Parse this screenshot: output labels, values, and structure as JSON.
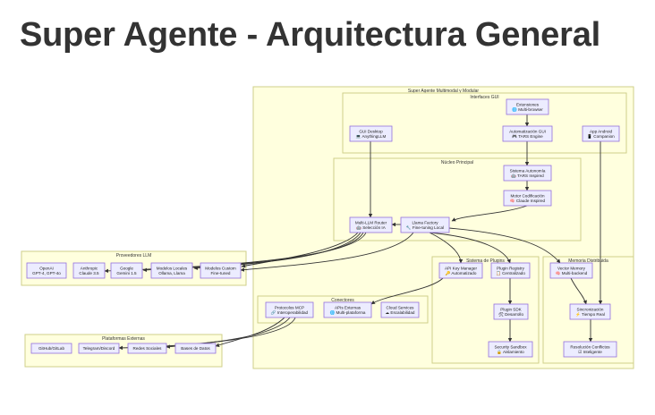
{
  "title": "Super Agente - Arquitectura General",
  "subgraphs": {
    "main": "Super Agente Multimodal y Modular",
    "gui": "Interfaces GUI",
    "core": "Núcleo Principal",
    "plugins": "Sistema de Plugins",
    "memory": "Memoria Distribuida",
    "connectors": "Conectores",
    "llm": "Proveedores LLM",
    "external": "Plataformas Externas"
  },
  "nodes": {
    "extensions": [
      "Extensiones",
      "🌐 Multi-browser"
    ],
    "gui_desktop": [
      "GUI Desktop",
      "💻 AnythingLLM"
    ],
    "gui_auto": [
      "Automatización GUI",
      "🎮 TARS Engine"
    ],
    "android": [
      "App Android",
      "📱 Companion"
    ],
    "autonomous": [
      "Sistema Autonomía",
      "🤖 TARS Inspired"
    ],
    "coding": [
      "Motor Codificación",
      "🧠 Claude Inspired"
    ],
    "router": [
      "Multi-LLM Router",
      "🤖 Selección IA"
    ],
    "llama": [
      "Llama Factory",
      "🔧 Fine-tuning Local"
    ],
    "api_keys": [
      "API Key Manager",
      "🔑 Automatizado"
    ],
    "registry": [
      "Plugin Registry",
      "📋 Centralizado"
    ],
    "sdk": [
      "Plugin SDK",
      "🛠 Desarrollo"
    ],
    "sandbox": [
      "Security Sandbox",
      "🔒 Aislamiento"
    ],
    "vector": [
      "Vector Memory",
      "🧠 Multi-backend"
    ],
    "sync": [
      "Sincronización",
      "⚡ Tiempo Real"
    ],
    "conflict": [
      "Resolución Conflictos",
      "☑ Inteligente"
    ],
    "mcp": [
      "Protocolos MCP",
      "🔗 Interoperabilidad"
    ],
    "apis": [
      "APIs Externas",
      "🌐 Multi-plataforma"
    ],
    "cloud": [
      "Cloud Services",
      "☁ Escalabilidad"
    ],
    "openai": [
      "OpenAI",
      "GPT-4, GPT-4o"
    ],
    "anthropic": [
      "Anthropic",
      "Claude 3.5"
    ],
    "google": [
      "Google",
      "Gemini 1.5"
    ],
    "local_models": [
      "Modelos Locales",
      "Ollama, Llama"
    ],
    "custom_models": [
      "Modelos Custom",
      "Fine-tuned"
    ],
    "github": [
      "GitHub/GitLab"
    ],
    "telegram": [
      "Telegram/Discord"
    ],
    "social": [
      "Redes Sociales"
    ],
    "databases": [
      "Bases de Datos"
    ]
  },
  "colors": {
    "cluster_fill": "#ffffde",
    "cluster_stroke": "#cfcf8a",
    "node_fill": "#ececff",
    "node_stroke": "#9370db",
    "edge": "#333333",
    "title": "#333333"
  }
}
